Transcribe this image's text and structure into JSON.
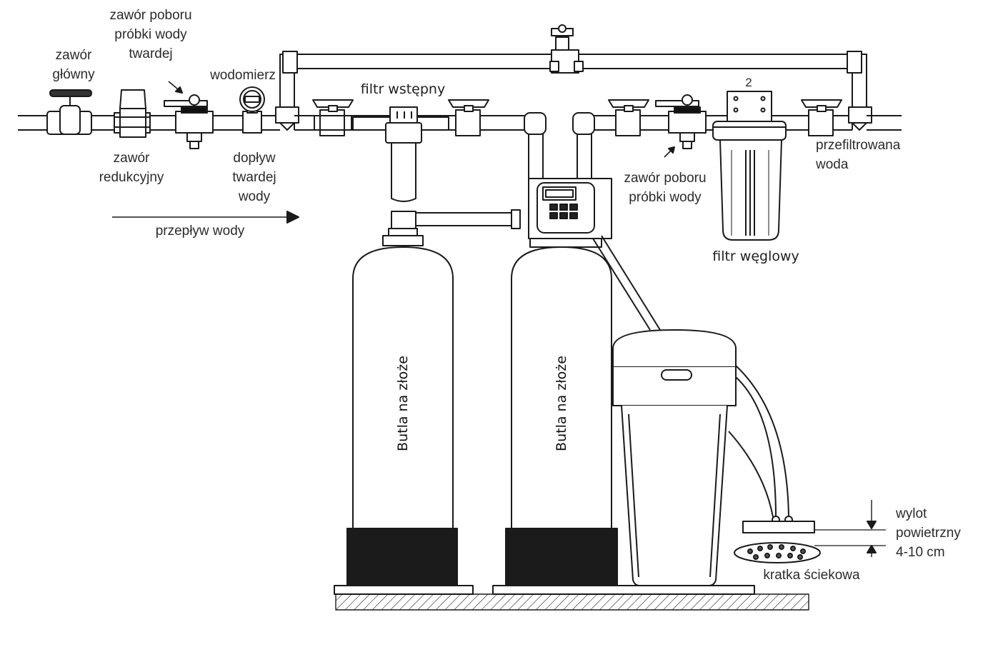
{
  "labels": {
    "main_valve": [
      "zawór",
      "główny"
    ],
    "hard_sample_valve": [
      "zawór poboru",
      "próbki wody",
      "twardej"
    ],
    "water_meter": "wodomierz",
    "prefilter": "filtr wstępny",
    "reduction_valve": [
      "zawór",
      "redukcyjny"
    ],
    "hard_inflow": [
      "dopływ",
      "twardej",
      "wody"
    ],
    "flow": "przepływ wody",
    "sample_valve": [
      "zawór poboru",
      "próbki wody"
    ],
    "filtered_water": [
      "przefiltrowana",
      "woda"
    ],
    "carbon_filter": "filtr węglowy",
    "carbon_filter_number": "2",
    "tank_left": "Butla na złoże",
    "tank_right": "Butla na złoże",
    "air_gap": [
      "wylot",
      "powietrzny",
      "4-10 cm"
    ],
    "drain": "kratka ściekowa"
  },
  "colors": {
    "line": "#1a1a1a",
    "tank_base": "#1b1b1b",
    "background": "#ffffff"
  }
}
